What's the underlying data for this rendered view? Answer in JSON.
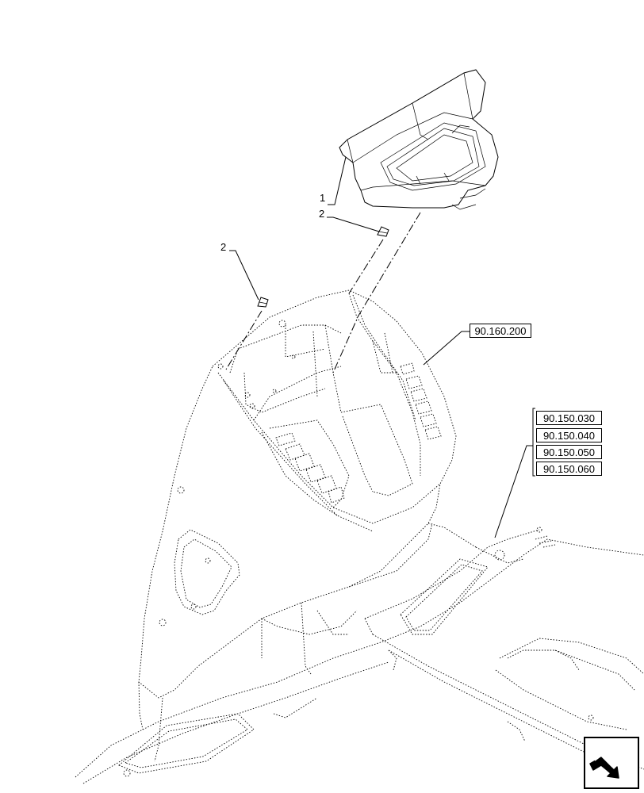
{
  "callouts": {
    "item1": "1",
    "item2_upper": "2",
    "item2_left": "2"
  },
  "references": {
    "dashboard": "90.160.200",
    "cab_group": [
      "90.150.030",
      "90.150.040",
      "90.150.050",
      "90.150.060"
    ]
  },
  "nav_icon": "next-page-arrow-icon"
}
